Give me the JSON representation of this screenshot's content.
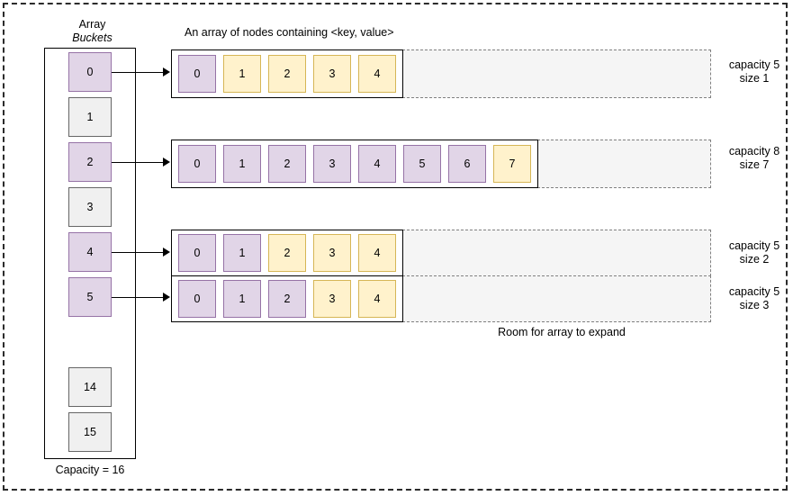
{
  "diagram": {
    "title_line1": "Array",
    "title_line2": "Buckets",
    "node_array_header": "An array of nodes containing <key, value>",
    "capacity_label": "Capacity = 16",
    "expand_label": "Room for array to expand",
    "colors": {
      "filled": "#e1d5e7",
      "filled_border": "#9673a6",
      "empty": "#f0f0f0",
      "empty_border": "#666666",
      "yellow": "#fff2cc",
      "yellow_border": "#d6b656",
      "expand_region": "#f5f5f5",
      "expand_border": "#808080",
      "outline": "#000000"
    }
  },
  "buckets": [
    {
      "index": "0",
      "state": "filled",
      "has_arrow": true
    },
    {
      "index": "1",
      "state": "empty",
      "has_arrow": false
    },
    {
      "index": "2",
      "state": "filled",
      "has_arrow": true
    },
    {
      "index": "3",
      "state": "empty",
      "has_arrow": false
    },
    {
      "index": "4",
      "state": "filled",
      "has_arrow": true
    },
    {
      "index": "5",
      "state": "filled",
      "has_arrow": true
    },
    {
      "index": "14",
      "state": "empty",
      "has_arrow": false
    },
    {
      "index": "15",
      "state": "empty",
      "has_arrow": false
    }
  ],
  "node_arrays": [
    {
      "from_bucket": "0",
      "capacity_text": "capacity 5",
      "size_text": "size 1",
      "cells": [
        {
          "index": "0",
          "fill": "purple"
        },
        {
          "index": "1",
          "fill": "yellow"
        },
        {
          "index": "2",
          "fill": "yellow"
        },
        {
          "index": "3",
          "fill": "yellow"
        },
        {
          "index": "4",
          "fill": "yellow"
        }
      ]
    },
    {
      "from_bucket": "2",
      "capacity_text": "capacity 8",
      "size_text": "size 7",
      "cells": [
        {
          "index": "0",
          "fill": "purple"
        },
        {
          "index": "1",
          "fill": "purple"
        },
        {
          "index": "2",
          "fill": "purple"
        },
        {
          "index": "3",
          "fill": "purple"
        },
        {
          "index": "4",
          "fill": "purple"
        },
        {
          "index": "5",
          "fill": "purple"
        },
        {
          "index": "6",
          "fill": "purple"
        },
        {
          "index": "7",
          "fill": "yellow"
        }
      ]
    },
    {
      "from_bucket": "4",
      "capacity_text": "capacity 5",
      "size_text": "size 2",
      "cells": [
        {
          "index": "0",
          "fill": "purple"
        },
        {
          "index": "1",
          "fill": "purple"
        },
        {
          "index": "2",
          "fill": "yellow"
        },
        {
          "index": "3",
          "fill": "yellow"
        },
        {
          "index": "4",
          "fill": "yellow"
        }
      ]
    },
    {
      "from_bucket": "5",
      "capacity_text": "capacity 5",
      "size_text": "size 3",
      "cells": [
        {
          "index": "0",
          "fill": "purple"
        },
        {
          "index": "1",
          "fill": "purple"
        },
        {
          "index": "2",
          "fill": "purple"
        },
        {
          "index": "3",
          "fill": "yellow"
        },
        {
          "index": "4",
          "fill": "yellow"
        }
      ]
    }
  ]
}
